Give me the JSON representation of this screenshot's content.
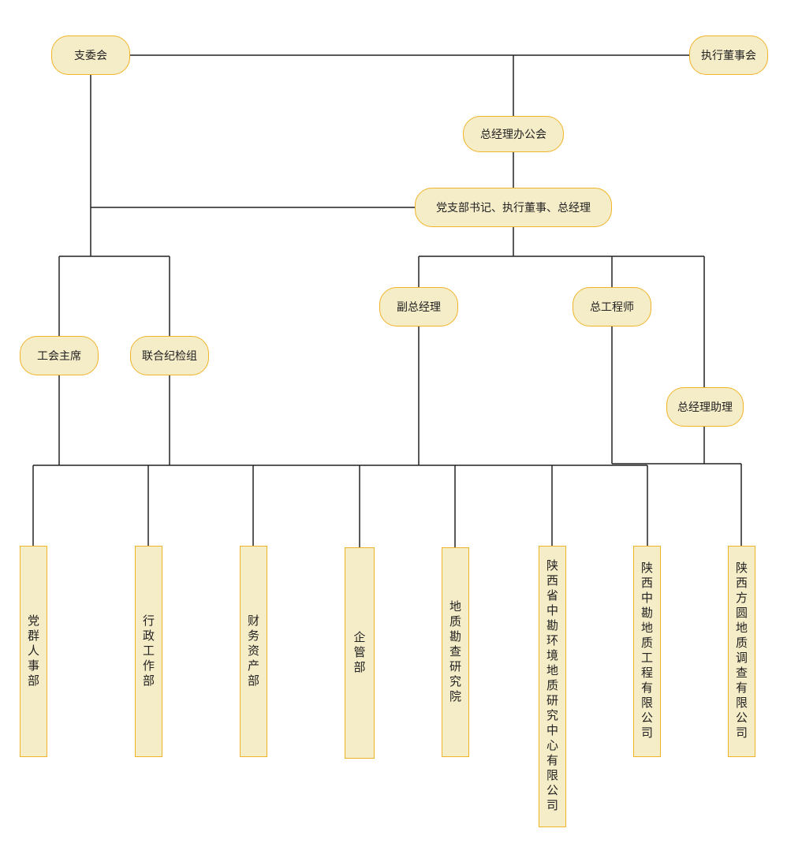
{
  "nodes": {
    "branch_committee": "支委会",
    "exec_director": "执行董事会",
    "gm_office": "总经理办公会",
    "leader": "党支部书记、执行董事、总经理",
    "union_chair": "工会主席",
    "discipline_group": "联合纪检组",
    "deputy_gm": "副总经理",
    "chief_engineer": "总工程师",
    "gm_assistant": "总经理助理"
  },
  "departments": [
    "党群人事部",
    "行政工作部",
    "财务资产部",
    "企管部",
    "地质勘查研究院",
    "陕西省中勘环境地质研究中心有限公司",
    "陕西中勘地质工程有限公司",
    "陕西方圆地质调查有限公司"
  ]
}
